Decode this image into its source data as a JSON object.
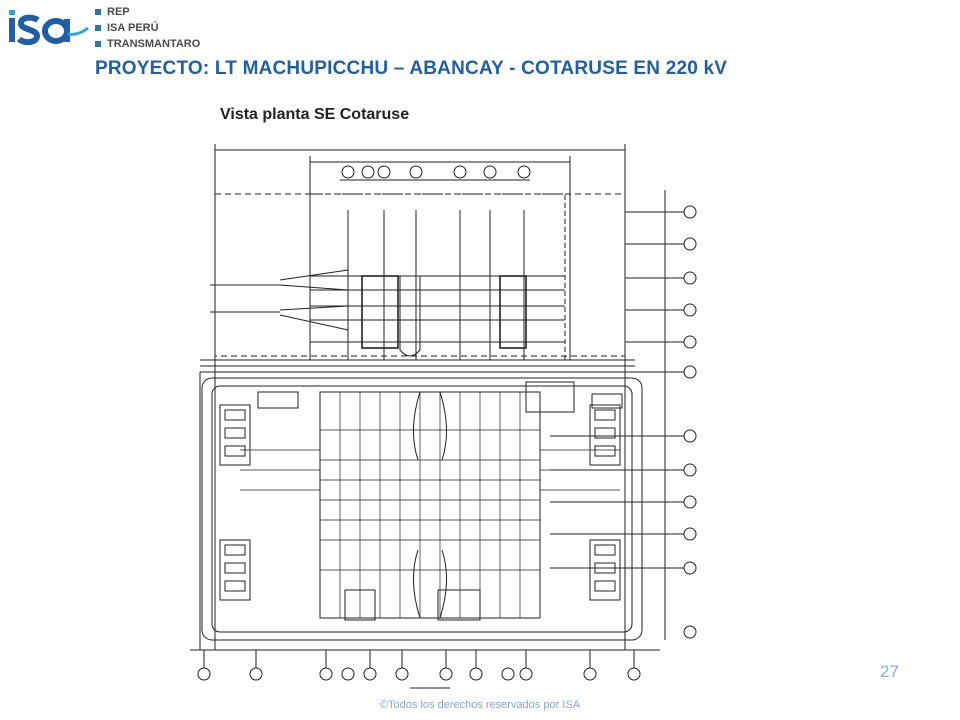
{
  "header": {
    "logo_text": "isa",
    "brands": [
      "REP",
      "ISA PERÚ",
      "TRANSMANTARO"
    ]
  },
  "slide": {
    "title": "PROYECTO: LT MACHUPICCHU – ABANCAY - COTARUSE EN 220 kV",
    "subtitle": "Vista planta SE Cotaruse",
    "page_number": "27",
    "footer": "©Todos los derechos reservados por ISA"
  },
  "colors": {
    "brand_blue": "#1f5fa8",
    "logo_cyan": "#29a9d8",
    "drawing_ink": "#222222"
  },
  "icons": [
    "isa-logo-icon"
  ]
}
